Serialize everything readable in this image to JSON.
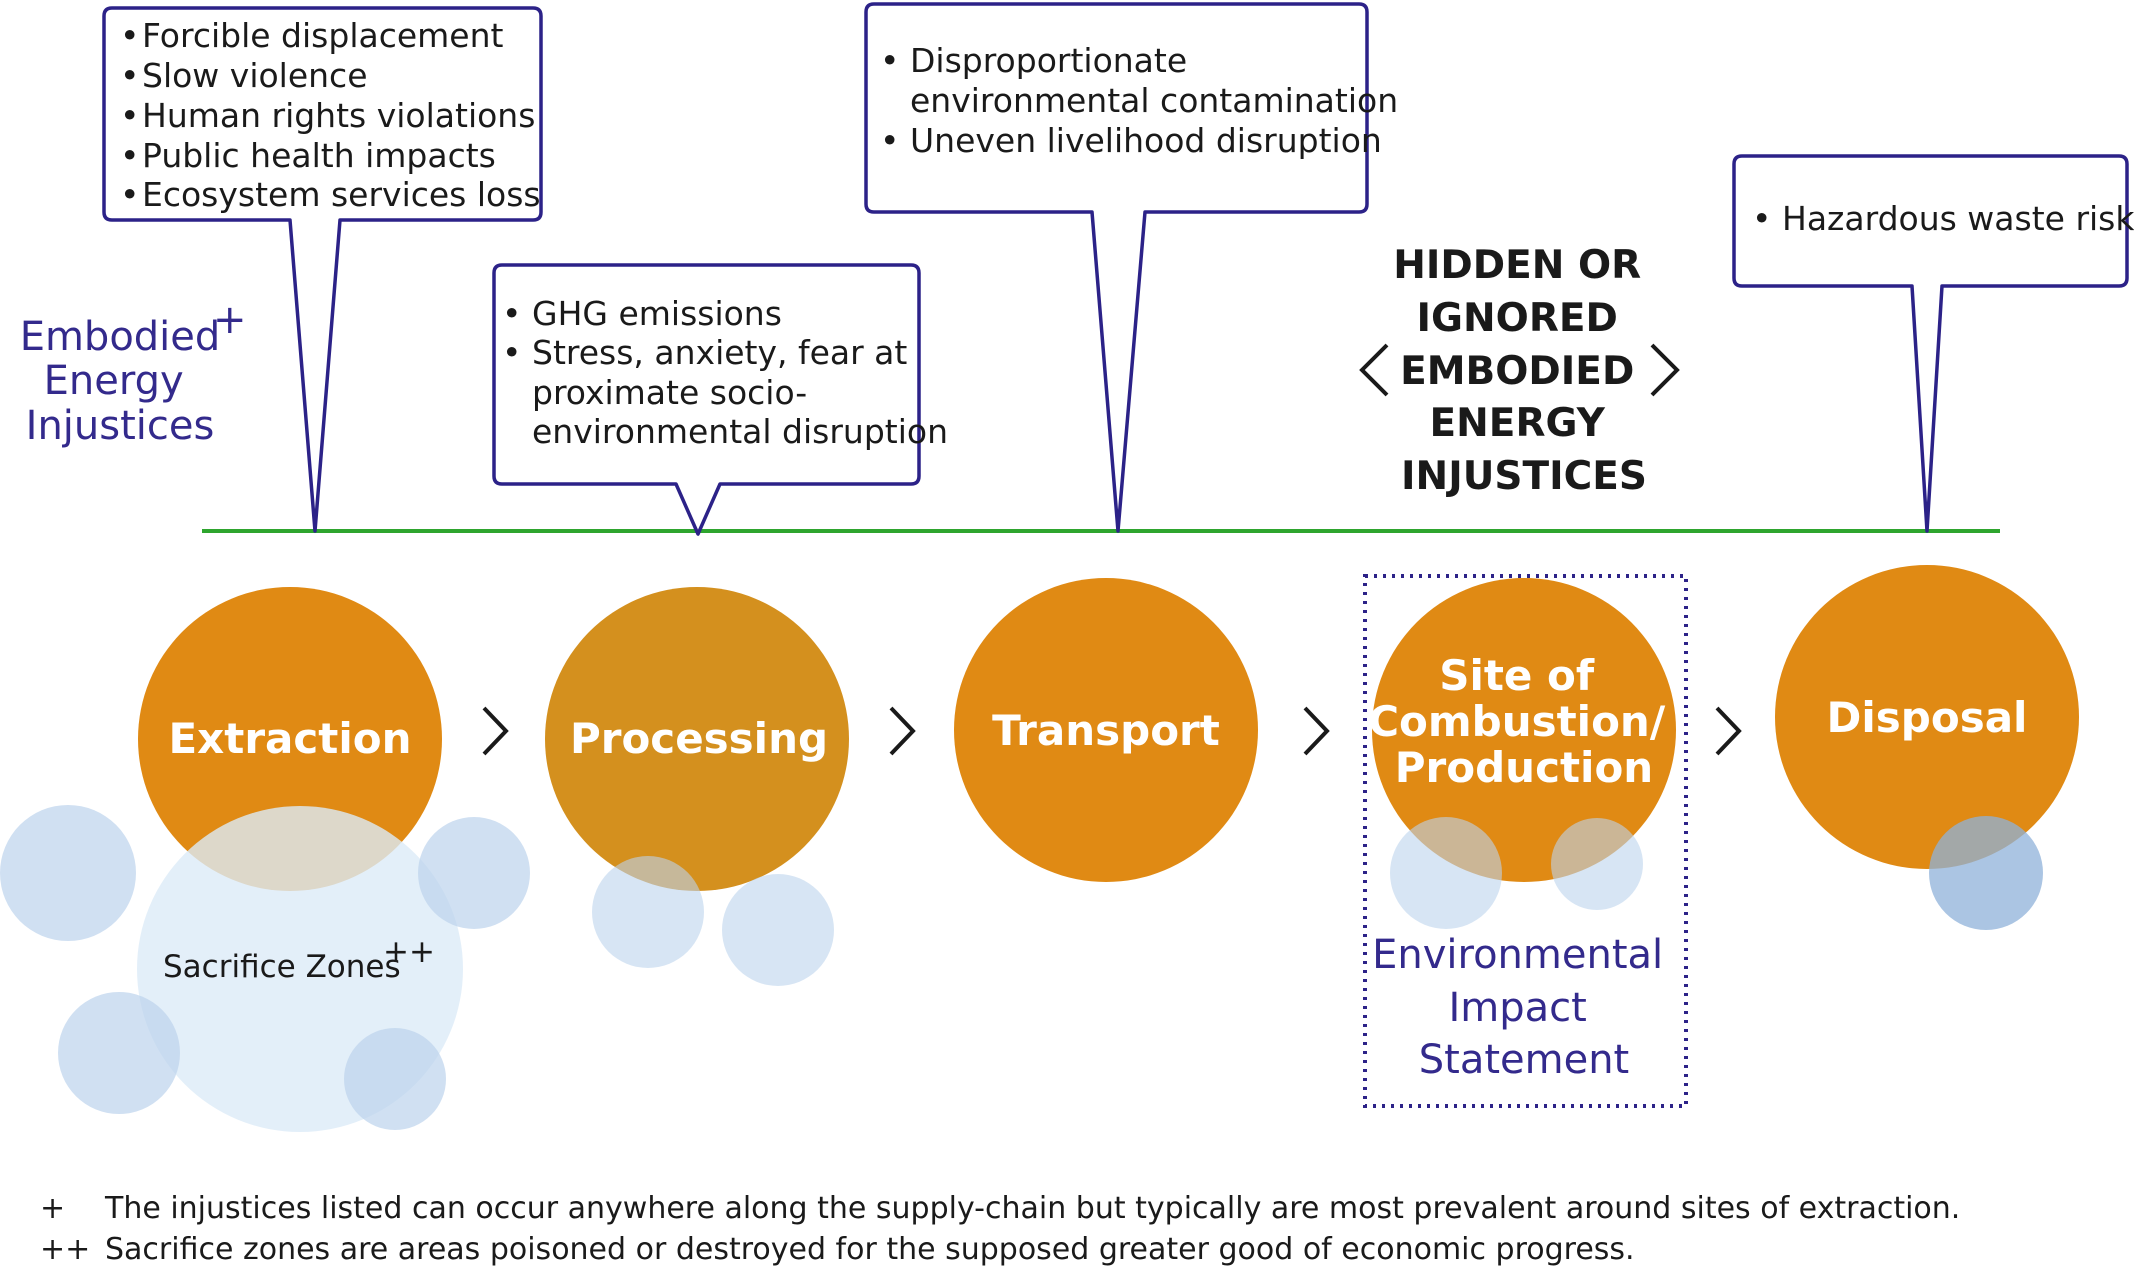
{
  "side_label": {
    "lines": [
      "Embodied",
      "Energy",
      "Injustices"
    ],
    "marker": "+"
  },
  "stages": [
    {
      "lines": [
        "Extraction"
      ]
    },
    {
      "lines": [
        "Processing"
      ]
    },
    {
      "lines": [
        "Transport"
      ]
    },
    {
      "lines": [
        "Site of",
        "Combustion/",
        "Production"
      ]
    },
    {
      "lines": [
        "Disposal"
      ]
    }
  ],
  "stage_separator": "›",
  "callouts": [
    {
      "items": [
        "Forcible displacement",
        "Slow violence",
        "Human rights violations",
        "Public health impacts",
        "Ecosystem services loss"
      ]
    },
    {
      "items": [
        "GHG emissions",
        "Stress, anxiety, fear at proximate socio-environmental disruption"
      ]
    },
    {
      "items": [
        "Disproportionate environmental contamination",
        "Uneven livelihood disruption"
      ]
    },
    {
      "items": [
        "Hazardous waste risks"
      ]
    }
  ],
  "hidden_label": {
    "lines": [
      "HIDDEN OR",
      "IGNORED",
      "EMBODIED",
      "ENERGY",
      "INJUSTICES"
    ],
    "left_bracket": "‹",
    "right_bracket": "›"
  },
  "sacrifice_zones": {
    "label": "Sacrifice Zones",
    "marker": "++"
  },
  "eis_label": {
    "lines": [
      "Environmental",
      "Impact",
      "Statement"
    ]
  },
  "footnotes": [
    {
      "marker": "+",
      "text": "The injustices listed can occur anywhere along the supply-chain but typically are most prevalent around sites of extraction."
    },
    {
      "marker": "++",
      "text": "Sacrifice zones are areas poisoned or destroyed for the supposed greater good of economic progress."
    }
  ],
  "colors": {
    "stage_orange": "#e08a14",
    "processing_orange": "#d4901e",
    "callout_border": "#2c2288",
    "timeline_green": "#2ea52e",
    "bubble_blue": "#bcd3ec",
    "large_bubble": "#dcebf7",
    "dark_bubble": "#8fb2da",
    "purple_text": "#332a8c"
  }
}
